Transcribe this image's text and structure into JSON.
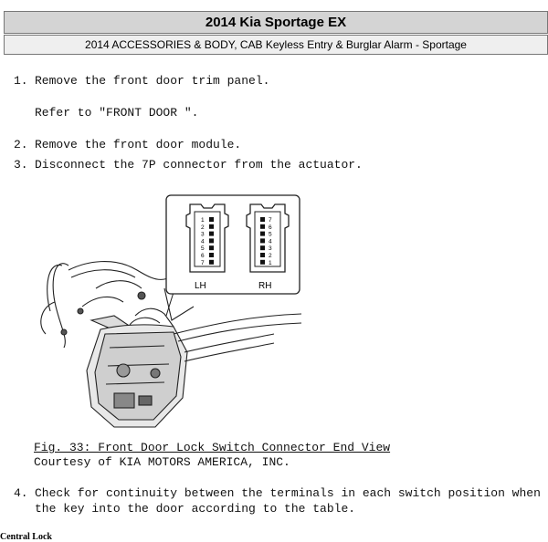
{
  "header": {
    "title": "2014 Kia Sportage EX",
    "subtitle": "2014 ACCESSORIES & BODY, CAB Keyless Entry & Burglar Alarm - Sportage"
  },
  "steps": [
    {
      "num": "1.",
      "text": "Remove the front door trim panel."
    },
    {
      "num": "",
      "text": "Refer to \"FRONT DOOR \"."
    },
    {
      "num": "2.",
      "text": "Remove the front door module."
    },
    {
      "num": "3.",
      "text": "Disconnect the 7P connector from the actuator."
    },
    {
      "num": "4.",
      "text": "Check for continuity between the terminals in each switch position when ins"
    },
    {
      "num": "",
      "text": "the key into the door according to the table."
    }
  ],
  "figure": {
    "label_lh": "LH",
    "label_rh": "RH",
    "pins_lh": [
      "1",
      "2",
      "3",
      "4",
      "5",
      "6",
      "7"
    ],
    "pins_rh": [
      "7",
      "6",
      "5",
      "4",
      "3",
      "2",
      "1"
    ],
    "caption": "Fig. 33: Front Door Lock Switch Connector End View",
    "courtesy": "Courtesy of KIA MOTORS AMERICA, INC."
  },
  "section_heading": "Central Lock"
}
